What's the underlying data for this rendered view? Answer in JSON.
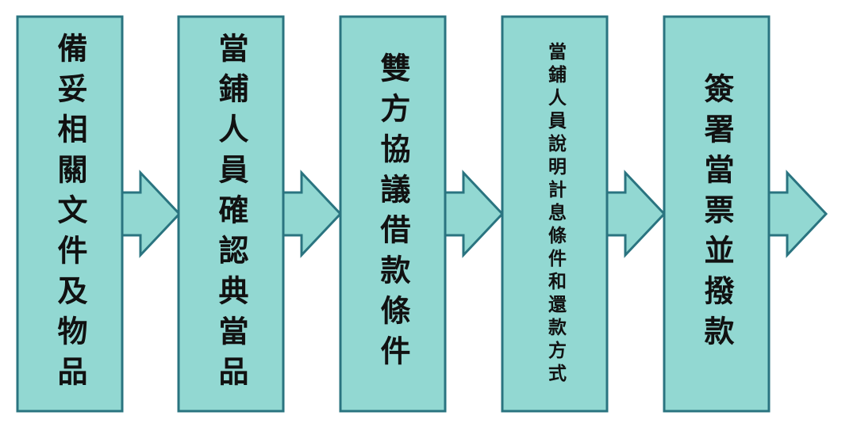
{
  "colors": {
    "box_fill": "#92d8d2",
    "box_stroke": "#2a7480",
    "text": "#111111"
  },
  "steps": [
    {
      "text": "備妥相關文件及物品"
    },
    {
      "text": "當鋪人員確認典當品"
    },
    {
      "text": "雙方協議借款條件"
    },
    {
      "text": "當鋪人員說明計息條件和還款方式"
    },
    {
      "text": "簽署當票並撥款"
    }
  ]
}
